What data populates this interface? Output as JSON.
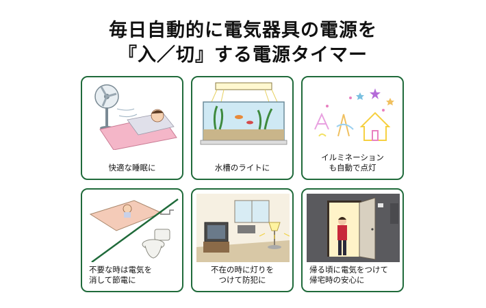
{
  "title": {
    "line1": "毎日自動的に電気器具の電源を",
    "line2": "『入／切』する電源タイマー"
  },
  "cards": [
    {
      "caption": [
        "快適な睡眠に"
      ]
    },
    {
      "caption": [
        "水槽のライトに"
      ]
    },
    {
      "caption": [
        "イルミネーション",
        "も自動で点灯"
      ]
    },
    {
      "caption": [
        "不要な時は電気を",
        "消して節電に"
      ]
    },
    {
      "caption": [
        "不在の時に灯りを",
        "つけて防犯に"
      ]
    },
    {
      "caption": [
        "帰る頃に電気をつけて",
        "帰宅時の安心に"
      ]
    }
  ],
  "colors": {
    "border": "#1f6a3a",
    "accent_green": "#2e7d3e",
    "pink": "#f4b6c8",
    "light": "#fff3a0"
  }
}
